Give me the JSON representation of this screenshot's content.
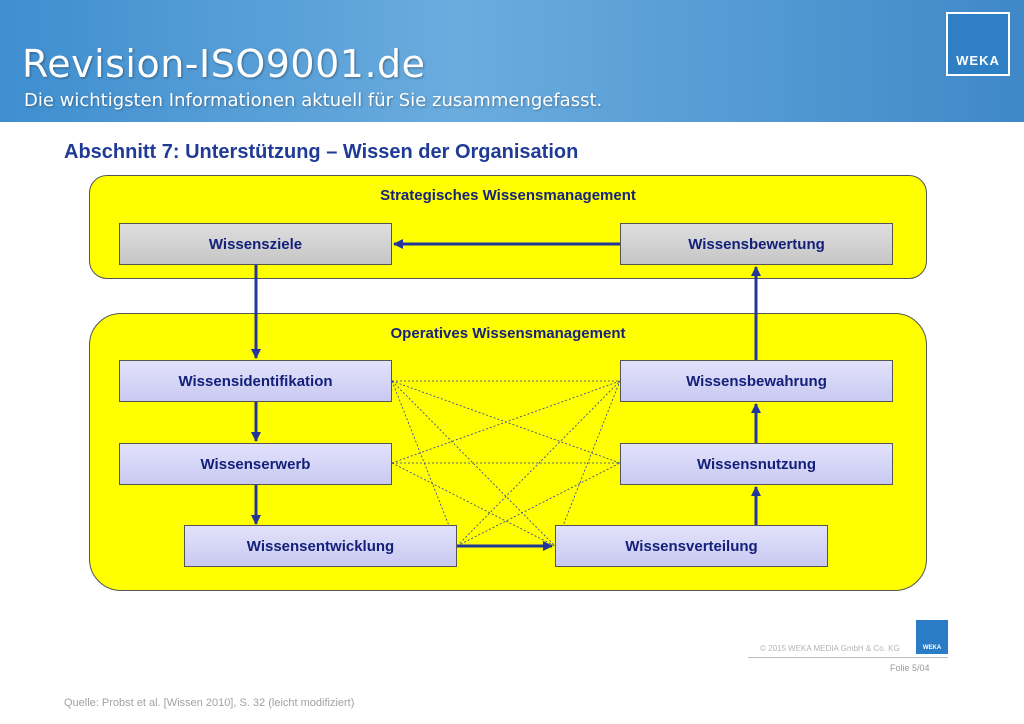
{
  "header": {
    "site_title": "Revision-ISO9001.de",
    "subtitle": "Die wichtigsten Informationen aktuell für Sie zusammengefasst.",
    "logo_text": "WEKA"
  },
  "slide": {
    "title": "Abschnitt 7: Unterstützung – Wissen der Organisation"
  },
  "diagram": {
    "strategic_label": "Strategisches Wissensmanagement",
    "operative_label": "Operatives Wissensmanagement",
    "nodes": {
      "wissensziele": "Wissensziele",
      "wissensbewertung": "Wissensbewertung",
      "wissensidentifikation": "Wissensidentifikation",
      "wissensbewahrung": "Wissensbewahrung",
      "wissenserwerb": "Wissenserwerb",
      "wissensnutzung": "Wissensnutzung",
      "wissensentwicklung": "Wissensentwicklung",
      "wissensverteilung": "Wissensverteilung"
    },
    "colors": {
      "panel_fill": "#ffff00",
      "strategic_node_fill": "#d3d3d3",
      "operative_node_fill": "#d4d4f7",
      "arrow": "#24369a",
      "text": "#14207a"
    }
  },
  "footer": {
    "copyright": "© 2015 WEKA MEDIA GmbH & Co. KG",
    "logo_text": "WEKA",
    "slide_number": "Folie 5/04",
    "source": "Quelle: Probst et al. [Wissen 2010], S. 32 (leicht modifiziert)"
  }
}
